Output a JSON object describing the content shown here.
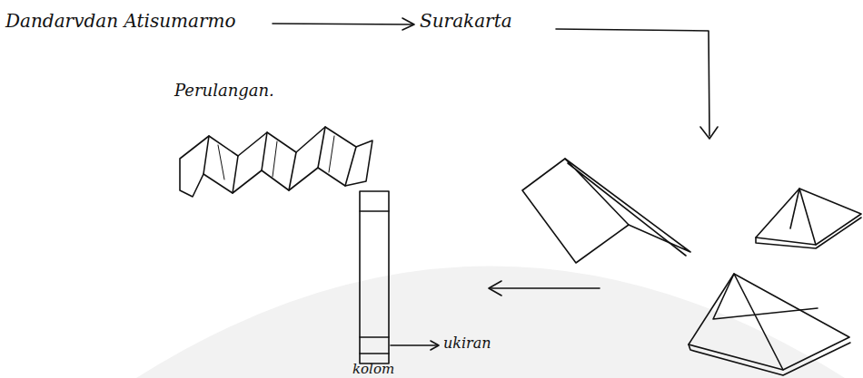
{
  "diagram": {
    "labels": [
      "Dandarvdan Atisumarmo",
      "Surakarta",
      "Perulangan.",
      "ukiran",
      "kolom"
    ]
  }
}
